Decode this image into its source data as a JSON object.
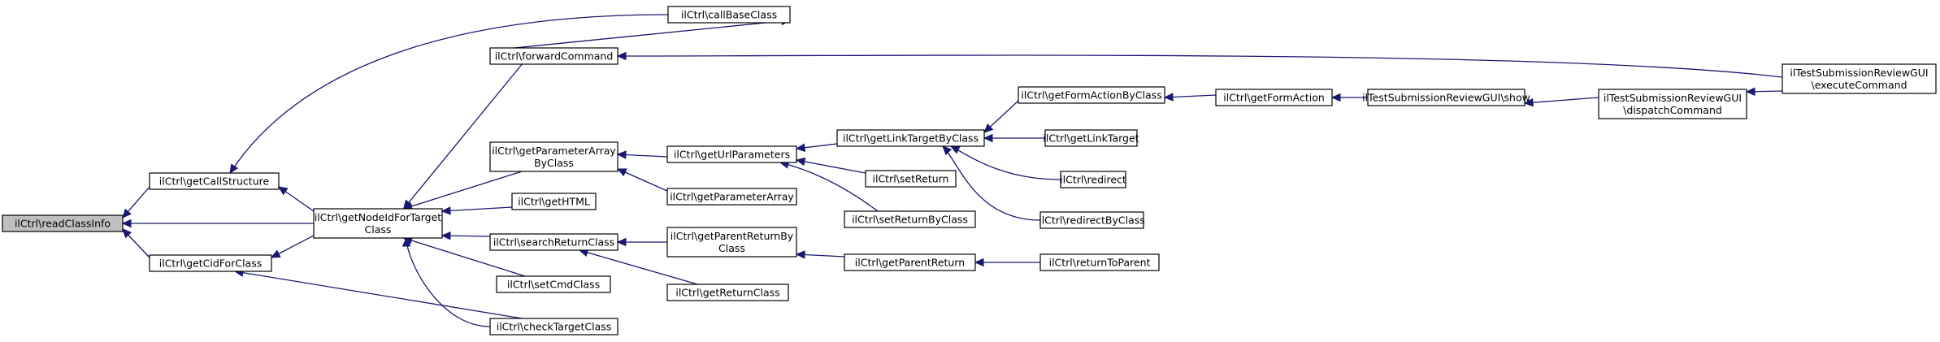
{
  "nodes": [
    {
      "id": "readClassInfo",
      "lines": [
        "ilCtrl\\readClassInfo"
      ],
      "root": true
    },
    {
      "id": "getCallStructure",
      "lines": [
        "ilCtrl\\getCallStructure"
      ]
    },
    {
      "id": "getCidForClass",
      "lines": [
        "ilCtrl\\getCidForClass"
      ]
    },
    {
      "id": "getNodeIdForTargetClass",
      "lines": [
        "ilCtrl\\getNodeIdForTarget",
        "Class"
      ]
    },
    {
      "id": "callBaseClass",
      "lines": [
        "ilCtrl\\callBaseClass"
      ]
    },
    {
      "id": "forwardCommand",
      "lines": [
        "ilCtrl\\forwardCommand"
      ]
    },
    {
      "id": "getParameterArrayByClass",
      "lines": [
        "ilCtrl\\getParameterArray",
        "ByClass"
      ]
    },
    {
      "id": "getHTML",
      "lines": [
        "ilCtrl\\getHTML"
      ]
    },
    {
      "id": "searchReturnClass",
      "lines": [
        "ilCtrl\\searchReturnClass"
      ]
    },
    {
      "id": "setCmdClass",
      "lines": [
        "ilCtrl\\setCmdClass"
      ]
    },
    {
      "id": "checkTargetClass",
      "lines": [
        "ilCtrl\\checkTargetClass"
      ]
    },
    {
      "id": "getUrlParameters",
      "lines": [
        "ilCtrl\\getUrlParameters"
      ]
    },
    {
      "id": "getParameterArray",
      "lines": [
        "ilCtrl\\getParameterArray"
      ]
    },
    {
      "id": "getParentReturnByClass",
      "lines": [
        "ilCtrl\\getParentReturnBy",
        "Class"
      ]
    },
    {
      "id": "getReturnClass",
      "lines": [
        "ilCtrl\\getReturnClass"
      ]
    },
    {
      "id": "getLinkTargetByClass",
      "lines": [
        "ilCtrl\\getLinkTargetByClass"
      ]
    },
    {
      "id": "setReturn",
      "lines": [
        "ilCtrl\\setReturn"
      ]
    },
    {
      "id": "setReturnByClass",
      "lines": [
        "ilCtrl\\setReturnByClass"
      ]
    },
    {
      "id": "getParentReturn",
      "lines": [
        "ilCtrl\\getParentReturn"
      ]
    },
    {
      "id": "getFormActionByClass",
      "lines": [
        "ilCtrl\\getFormActionByClass"
      ]
    },
    {
      "id": "getLinkTarget",
      "lines": [
        "ilCtrl\\getLinkTarget"
      ]
    },
    {
      "id": "redirect",
      "lines": [
        "ilCtrl\\redirect"
      ]
    },
    {
      "id": "redirectByClass",
      "lines": [
        "ilCtrl\\redirectByClass"
      ]
    },
    {
      "id": "returnToParent",
      "lines": [
        "ilCtrl\\returnToParent"
      ]
    },
    {
      "id": "getFormAction",
      "lines": [
        "ilCtrl\\getFormAction"
      ]
    },
    {
      "id": "show",
      "lines": [
        "ilTestSubmissionReviewGUI\\show"
      ]
    },
    {
      "id": "dispatchCommand",
      "lines": [
        "ilTestSubmissionReviewGUI",
        "\\dispatchCommand"
      ]
    },
    {
      "id": "executeCommand",
      "lines": [
        "ilTestSubmissionReviewGUI",
        "\\executeCommand"
      ]
    }
  ],
  "edges": [
    {
      "from": "getCallStructure",
      "to": "readClassInfo"
    },
    {
      "from": "getNodeIdForTargetClass",
      "to": "readClassInfo"
    },
    {
      "from": "getCidForClass",
      "to": "readClassInfo"
    },
    {
      "from": "callBaseClass",
      "to": "getCallStructure"
    },
    {
      "from": "getNodeIdForTargetClass",
      "to": "getCallStructure"
    },
    {
      "from": "getNodeIdForTargetClass",
      "to": "getCidForClass"
    },
    {
      "from": "checkTargetClass",
      "to": "getCidForClass"
    },
    {
      "from": "forwardCommand",
      "to": "getNodeIdForTargetClass"
    },
    {
      "from": "getParameterArrayByClass",
      "to": "getNodeIdForTargetClass"
    },
    {
      "from": "getHTML",
      "to": "getNodeIdForTargetClass"
    },
    {
      "from": "searchReturnClass",
      "to": "getNodeIdForTargetClass"
    },
    {
      "from": "setCmdClass",
      "to": "getNodeIdForTargetClass"
    },
    {
      "from": "checkTargetClass",
      "to": "getNodeIdForTargetClass"
    },
    {
      "from": "forwardCommand",
      "to": "callBaseClass"
    },
    {
      "from": "executeCommand",
      "to": "forwardCommand"
    },
    {
      "from": "getUrlParameters",
      "to": "getParameterArrayByClass"
    },
    {
      "from": "getParameterArray",
      "to": "getParameterArrayByClass"
    },
    {
      "from": "getParentReturnByClass",
      "to": "searchReturnClass"
    },
    {
      "from": "getReturnClass",
      "to": "searchReturnClass"
    },
    {
      "from": "getLinkTargetByClass",
      "to": "getUrlParameters"
    },
    {
      "from": "setReturn",
      "to": "getUrlParameters"
    },
    {
      "from": "setReturnByClass",
      "to": "getUrlParameters"
    },
    {
      "from": "getParentReturn",
      "to": "getParentReturnByClass"
    },
    {
      "from": "getFormActionByClass",
      "to": "getLinkTargetByClass"
    },
    {
      "from": "getLinkTarget",
      "to": "getLinkTargetByClass"
    },
    {
      "from": "redirect",
      "to": "getLinkTargetByClass"
    },
    {
      "from": "redirectByClass",
      "to": "getLinkTargetByClass"
    },
    {
      "from": "returnToParent",
      "to": "getParentReturn"
    },
    {
      "from": "getFormAction",
      "to": "getFormActionByClass"
    },
    {
      "from": "show",
      "to": "getFormAction"
    },
    {
      "from": "dispatchCommand",
      "to": "show"
    },
    {
      "from": "executeCommand",
      "to": "dispatchCommand"
    }
  ]
}
